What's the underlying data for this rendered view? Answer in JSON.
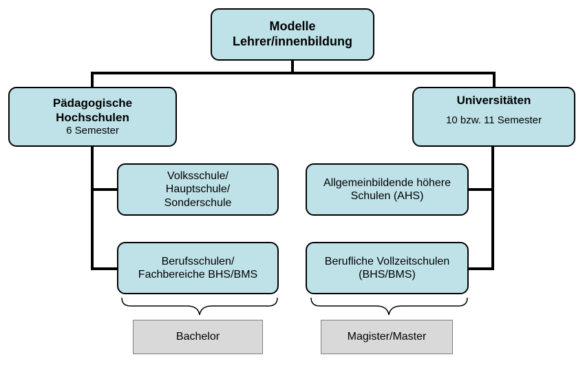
{
  "root": {
    "line1": "Modelle",
    "line2": "Lehrer/innenbildung"
  },
  "left_branch": {
    "title_line1": "Pädagogische",
    "title_line2": "Hochschulen",
    "subtitle": "6 Semester",
    "children": [
      {
        "lines": [
          "Volksschule/",
          "Hauptschule/",
          "Sonderschule"
        ]
      },
      {
        "lines": [
          "Berufsschulen/",
          "Fachbereiche BHS/BMS"
        ]
      }
    ],
    "degree": "Bachelor"
  },
  "right_branch": {
    "title": "Universitäten",
    "subtitle": "10 bzw. 11 Semester",
    "children": [
      {
        "lines": [
          "Allgemeinbildende höhere",
          "Schulen (AHS)"
        ]
      },
      {
        "lines": [
          "Berufliche Vollzeitschulen",
          "(BHS/BMS)"
        ]
      }
    ],
    "degree": "Magister/Master"
  },
  "colors": {
    "box_fill": "#bfe2e8",
    "degree_fill": "#d9d9d9",
    "line": "#000000"
  }
}
